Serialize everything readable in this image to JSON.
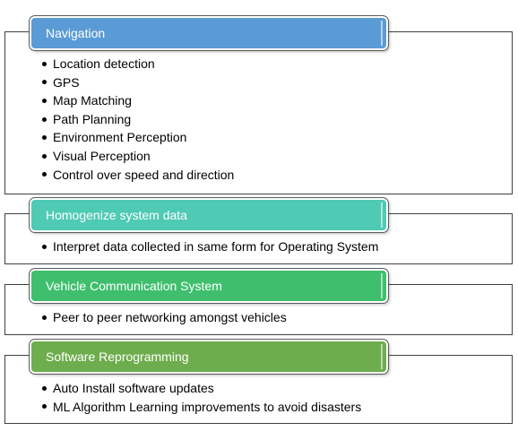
{
  "sections": [
    {
      "title": "Navigation",
      "color": "#5b9bd5",
      "items": [
        "Location detection",
        "GPS",
        "Map Matching",
        "Path Planning",
        "Environment  Perception",
        "Visual Perception",
        "Control over speed and direction"
      ]
    },
    {
      "title": "Homogenize system data",
      "color": "#4fcab4",
      "items": [
        "Interpret  data collected in same form for Operating System"
      ]
    },
    {
      "title": "Vehicle Communication  System",
      "color": "#3fbf6d",
      "items": [
        "Peer to peer networking amongst vehicles"
      ]
    },
    {
      "title": "Software  Reprogramming",
      "color": "#6ead4d",
      "items": [
        "Auto Install software updates",
        "ML Algorithm Learning improvements  to avoid disasters"
      ]
    }
  ]
}
